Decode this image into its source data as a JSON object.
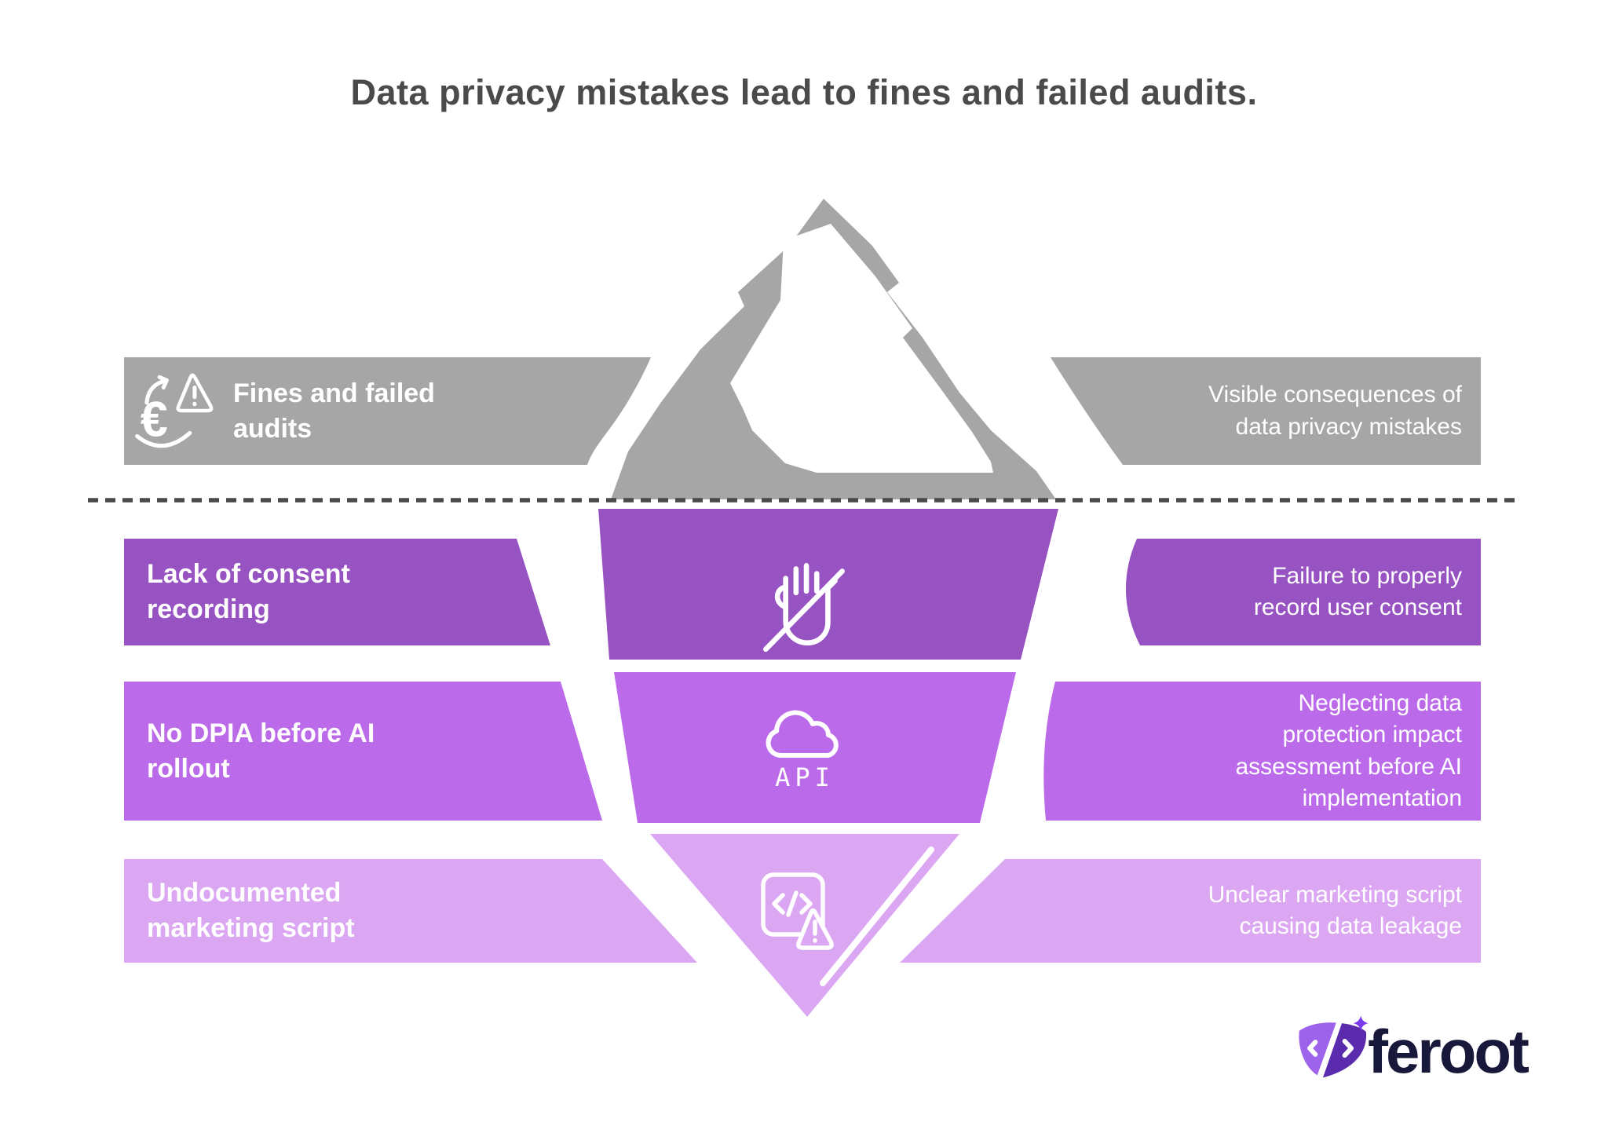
{
  "title": "Data privacy mistakes lead to fines and failed audits.",
  "surface": {
    "left_label": "Fines and failed\naudits",
    "right_label": "Visible consequences of\ndata privacy mistakes"
  },
  "layers": [
    {
      "name": "lack-of-consent-recording",
      "left_label": "Lack of consent\nrecording",
      "right_label": "Failure to properly\nrecord user consent",
      "icon": "hand-slash-icon"
    },
    {
      "name": "no-dpia-before-ai-rollout",
      "left_label": "No DPIA before AI\nrollout",
      "right_label": "Neglecting data\nprotection impact\nassessment before AI\nimplementation",
      "icon": "cloud-api-icon"
    },
    {
      "name": "undocumented-marketing-script",
      "left_label": "Undocumented\nmarketing script",
      "right_label": "Unclear marketing script\ncausing data leakage",
      "icon": "code-warning-icon"
    }
  ],
  "icons": {
    "surface_icon": "euro-warning-icon",
    "api_text": "API"
  },
  "logo": {
    "text": "feroot"
  },
  "colors": {
    "title_text": "#4a4a4c",
    "surface_gray": "#a6a6a6",
    "layer1": "#9853c2",
    "layer2": "#bb6bea",
    "layer3": "#dca7f2",
    "waterline": "#4a4a4a",
    "label_text": "#ffffff",
    "logo_left": "#9d63ea",
    "logo_right": "#5b2bad",
    "logo_spark": "#7c3aed",
    "logo_text": "#18183b"
  }
}
